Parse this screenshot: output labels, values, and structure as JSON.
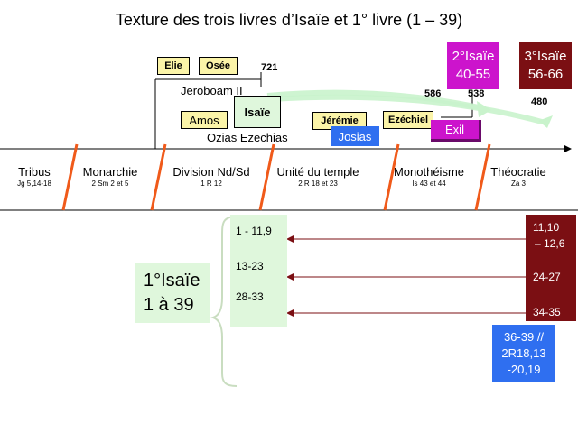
{
  "title": "Texture des trois livres d’Isaïe et 1° livre (1 – 39)",
  "prophets": {
    "elie": "Elie",
    "osee": "Osée",
    "amos": "Amos",
    "isaie": "Isaïe",
    "jeremie": "Jérémie",
    "ezechiel": "Ezéchiel"
  },
  "kings": {
    "jeroboam": "Jeroboam II",
    "ozias": "Ozias Ezechias",
    "josias": "Josias",
    "exil": "Exil"
  },
  "dates": {
    "d721": "721",
    "d586": "586",
    "d538": "538",
    "d480": "480"
  },
  "isaie2": {
    "line1": "2°Isaïe",
    "line2": "40-55"
  },
  "isaie3": {
    "line1": "3°Isaïe",
    "line2": "56-66"
  },
  "periods": [
    {
      "label": "Tribus",
      "ref": "Jg 5,14-18"
    },
    {
      "label": "Monarchie",
      "ref": "2 Sm 2 et 5"
    },
    {
      "label": "Division Nd/Sd",
      "ref": "1 R 12"
    },
    {
      "label": "Unité du temple",
      "ref": "2 R 18 et 23"
    },
    {
      "label": "Monothéisme",
      "ref": "Is 43 et 44"
    },
    {
      "label": "Théocratie",
      "ref": "Za 3"
    }
  ],
  "first_isaiah": {
    "line1": "1°Isaïe",
    "line2": "1 à 39"
  },
  "sections": [
    "1 - 11,9",
    "13-23",
    "28-33"
  ],
  "right_sections": {
    "s1a": "11,10",
    "s1b": "– 12,6",
    "s2": "24-27",
    "s3": "34-35"
  },
  "blue_box": {
    "line1": "36-39 //",
    "line2": "2R18,13",
    "line3": "-20,19"
  },
  "colors": {
    "purple": "#cc14cc",
    "maroon": "#7b0f13",
    "blue": "#2f6ff0",
    "yellow": "#fbf4a8",
    "green_light": "#dff7dc",
    "orange": "#f05a1a"
  }
}
